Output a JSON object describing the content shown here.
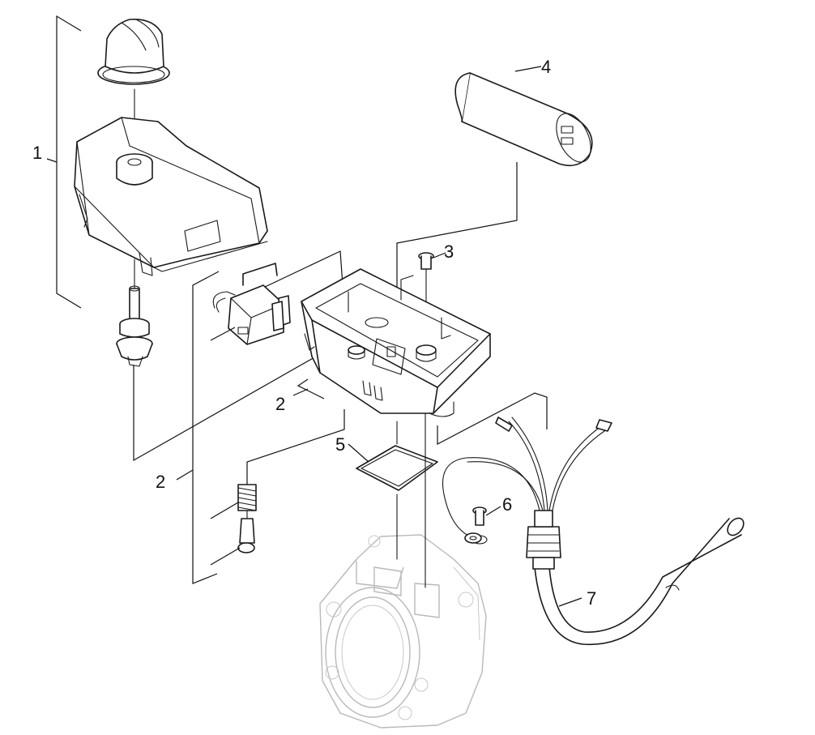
{
  "callouts": [
    {
      "id": "1",
      "label": "1"
    },
    {
      "id": "2a",
      "label": "2"
    },
    {
      "id": "2b",
      "label": "2"
    },
    {
      "id": "3",
      "label": "3"
    },
    {
      "id": "4",
      "label": "4"
    },
    {
      "id": "5",
      "label": "5"
    },
    {
      "id": "6",
      "label": "6"
    },
    {
      "id": "7",
      "label": "7"
    }
  ],
  "parts": [
    {
      "key": "knob",
      "icon": "knob-icon"
    },
    {
      "key": "cover",
      "icon": "cover-icon"
    },
    {
      "key": "shaft",
      "icon": "shaft-icon"
    },
    {
      "key": "capacitor",
      "icon": "capacitor-icon"
    },
    {
      "key": "screw",
      "icon": "screw-icon"
    },
    {
      "key": "relay",
      "icon": "relay-icon"
    },
    {
      "key": "housing",
      "icon": "housing-icon"
    },
    {
      "key": "gasket",
      "icon": "gasket-icon"
    },
    {
      "key": "spring",
      "icon": "spring-icon"
    },
    {
      "key": "plug",
      "icon": "plug-icon"
    },
    {
      "key": "ground-screw",
      "icon": "ground-screw-icon"
    },
    {
      "key": "cable",
      "icon": "cable-icon"
    },
    {
      "key": "pump-body",
      "icon": "pump-body-icon"
    }
  ]
}
